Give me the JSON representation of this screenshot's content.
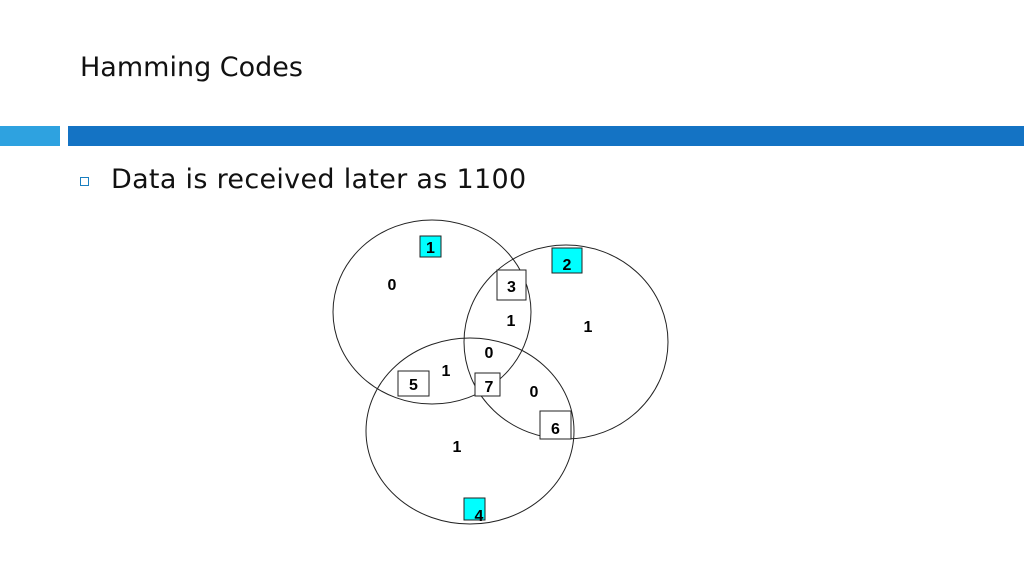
{
  "slide": {
    "title": "Hamming Codes",
    "bullet": "Data is received later as 1100"
  },
  "colors": {
    "accent_dark": "#1473c4",
    "accent_light": "#2ea2e0",
    "parity_box": "#00ffff",
    "bit_blue": "#1a1ab4",
    "bit_red": "#e00000",
    "bit_green": "#22cc22"
  },
  "diagram": {
    "position_boxes": [
      {
        "label": "1",
        "parity": true
      },
      {
        "label": "2",
        "parity": true
      },
      {
        "label": "3",
        "parity": false
      },
      {
        "label": "4",
        "parity": true
      },
      {
        "label": "5",
        "parity": false
      },
      {
        "label": "6",
        "parity": false
      },
      {
        "label": "7",
        "parity": false
      }
    ],
    "bit_values": [
      {
        "value": "0",
        "color": "blue"
      },
      {
        "value": "1",
        "color": "blue"
      },
      {
        "value": "1",
        "color": "red"
      },
      {
        "value": "0",
        "color": "red"
      },
      {
        "value": "1",
        "color": "red"
      },
      {
        "value": "0",
        "color": "green"
      },
      {
        "value": "1",
        "color": "blue"
      }
    ]
  }
}
